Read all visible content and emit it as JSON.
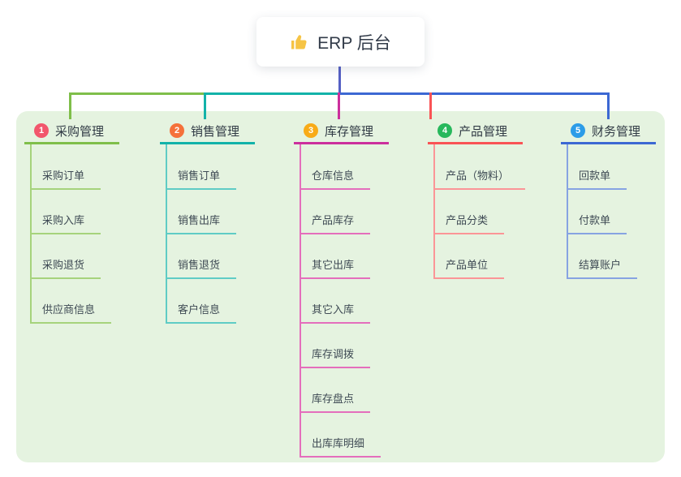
{
  "root": {
    "title": "ERP 后台",
    "icon": "thumbs-up-icon"
  },
  "colors": {
    "panel_background": "#e5f3e0",
    "stem": "#5560c4",
    "branch_purchase": "#7fbe4a",
    "branch_purchase_light": "#a6d37c",
    "branch_sales": "#12b2a9",
    "branch_sales_light": "#5fccc5",
    "branch_inventory": "#cc2f9d",
    "branch_inventory_light": "#e46ebc",
    "branch_product": "#f95355",
    "branch_product_light": "#fb9597",
    "branch_finance": "#3c68d3",
    "branch_finance_light": "#87a3e2",
    "badge_1": "#f2566c",
    "badge_2": "#f5713a",
    "badge_3": "#f8ab18",
    "badge_4": "#27b85c",
    "badge_5": "#2c9ce8",
    "thumb_icon": "#f6c445"
  },
  "branches": [
    {
      "num": "1",
      "label": "采购管理",
      "children": [
        "采购订单",
        "采购入库",
        "采购退货",
        "供应商信息"
      ]
    },
    {
      "num": "2",
      "label": "销售管理",
      "children": [
        "销售订单",
        "销售出库",
        "销售退货",
        "客户信息"
      ]
    },
    {
      "num": "3",
      "label": "库存管理",
      "children": [
        "仓库信息",
        "产品库存",
        "其它出库",
        "其它入库",
        "库存调拨",
        "库存盘点",
        "出库库明细"
      ]
    },
    {
      "num": "4",
      "label": "产品管理",
      "children": [
        "产品（物料）",
        "产品分类",
        "产品单位"
      ]
    },
    {
      "num": "5",
      "label": "财务管理",
      "children": [
        "回款单",
        "付款单",
        "结算账户"
      ]
    }
  ]
}
